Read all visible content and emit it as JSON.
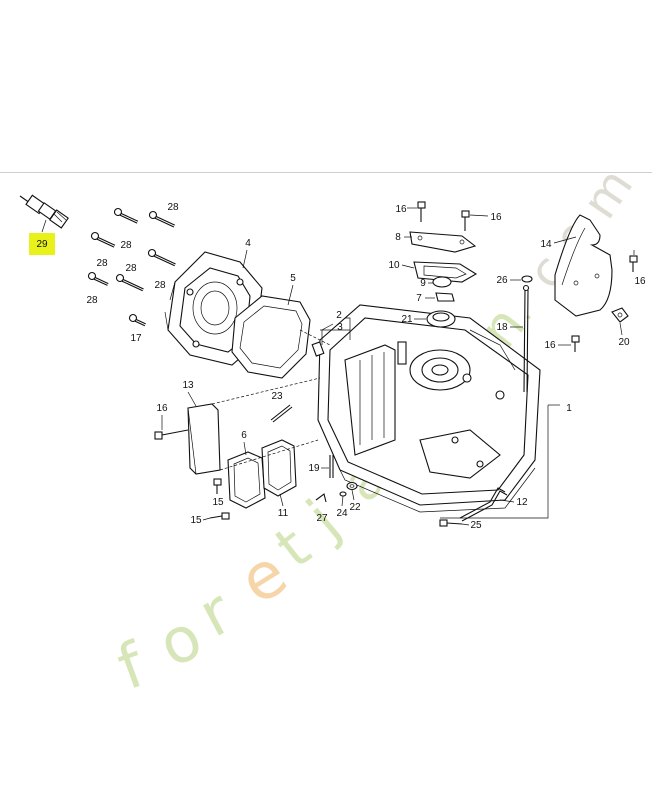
{
  "watermark": {
    "letters": [
      "f",
      "o",
      "r",
      "e",
      "t",
      "j",
      "a",
      "r",
      "d",
      "i",
      "n",
      ".",
      "c",
      "o",
      "m"
    ],
    "colors": [
      "#c9dda0",
      "#c9dda0",
      "#c9dda0",
      "#f3c88c",
      "#c9dda0",
      "#c9dda0",
      "#c9dda0",
      "#c9dda0",
      "#c9dda0",
      "#c9dda0",
      "#c9dda0",
      "#c9dda0",
      "#d4d0c4",
      "#d4d0c4",
      "#d4d0c4"
    ]
  },
  "highlight_color": "#e8f21a",
  "callouts": {
    "c29": "29",
    "c28a": "28",
    "c28b": "28",
    "c28c": "28",
    "c28d": "28",
    "c28e": "28",
    "c17": "17",
    "c4": "4",
    "c5": "5",
    "c2": "2",
    "c3": "3",
    "c1": "1",
    "c16a": "16",
    "c16b": "16",
    "c16c": "16",
    "c16d": "16",
    "c16e": "16",
    "c8": "8",
    "c10": "10",
    "c9": "9",
    "c7": "7",
    "c21": "21",
    "c14": "14",
    "c26": "26",
    "c18": "18",
    "c20": "20",
    "c13": "13",
    "c23": "23",
    "c6": "6",
    "c11": "11",
    "c15a": "15",
    "c15b": "15",
    "c19": "19",
    "c22": "22",
    "c24": "24",
    "c27": "27",
    "c12": "12",
    "c25": "25"
  }
}
